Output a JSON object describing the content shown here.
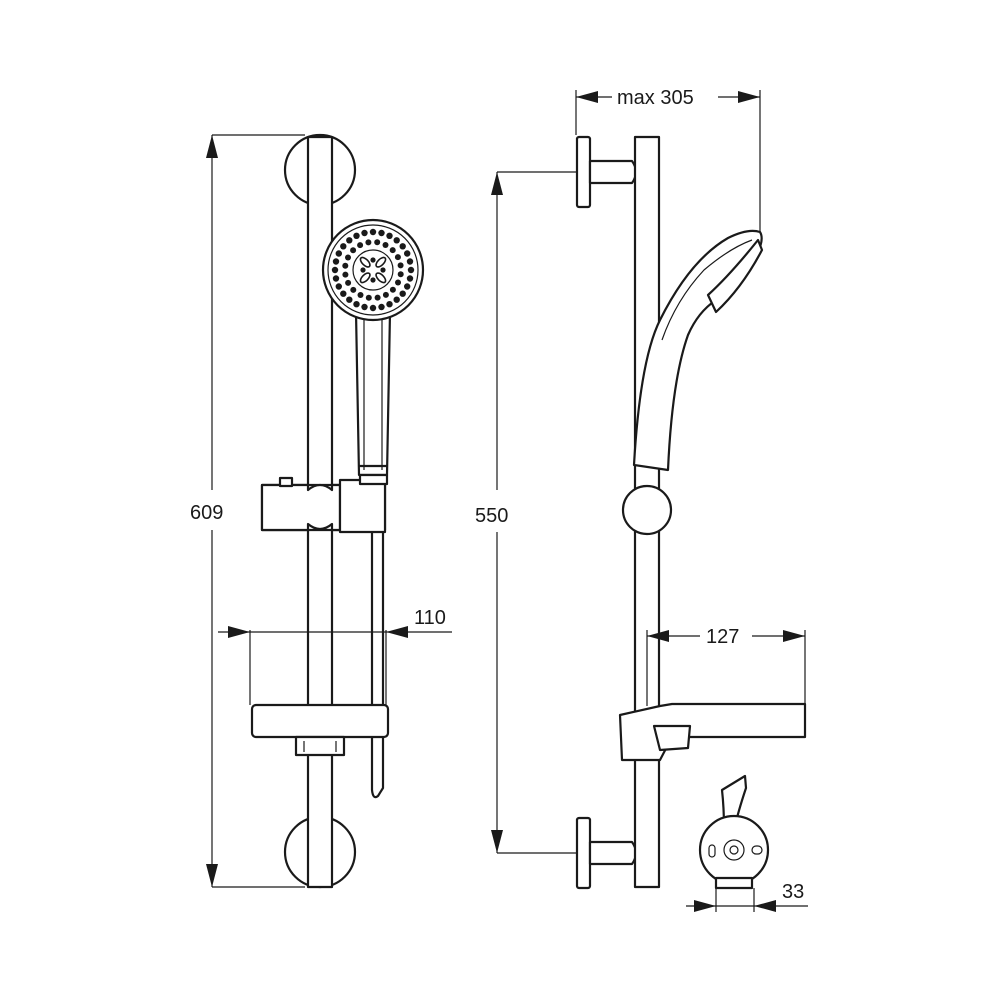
{
  "dimensions": {
    "total_height": "609",
    "spacing_110": "110",
    "fixing_distance": "550",
    "max_reach": "max 305",
    "soap_dish_depth": "127",
    "depth_33": "33"
  },
  "icons": {
    "front_view": "shower-rail-front-view",
    "side_view": "shower-rail-side-view",
    "detail_view": "holder-detail-view"
  }
}
